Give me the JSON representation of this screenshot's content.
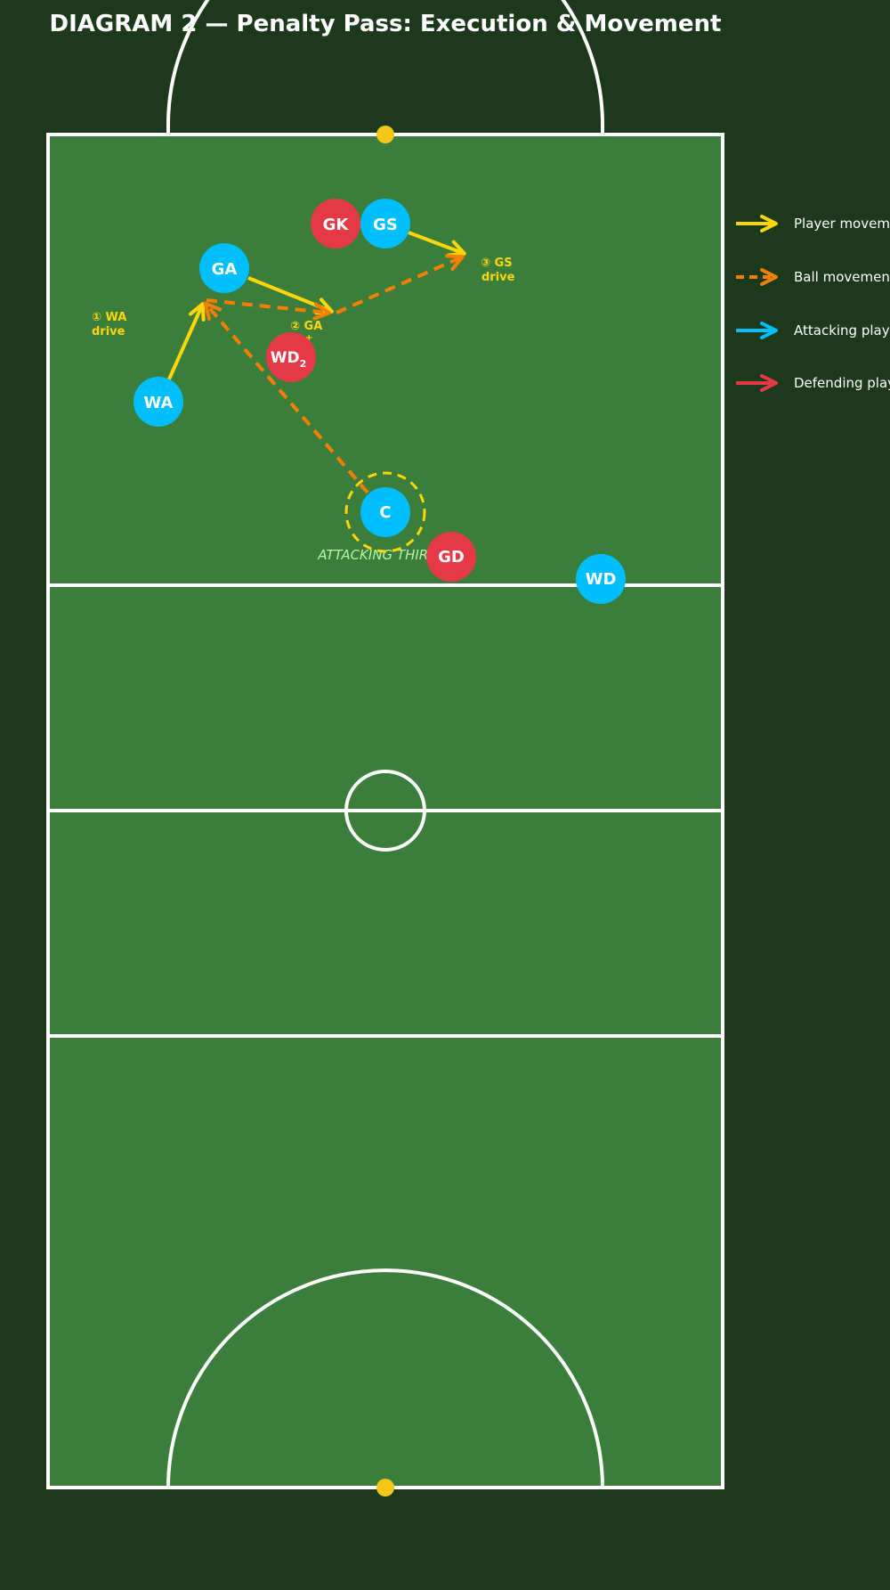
{
  "title": "DIAGRAM 2 — Penalty Pass: Execution & Movement",
  "court": {
    "zone_label": "ATTACKING THIRD",
    "colors": {
      "surround": "#1c3a1b",
      "court": "#3b7e3b",
      "lines": "#ffffff",
      "post": "#f5c518"
    }
  },
  "players": {
    "gk": {
      "label": "GK",
      "team": "defending"
    },
    "gs": {
      "label": "GS",
      "team": "attacking"
    },
    "ga": {
      "label": "GA",
      "team": "attacking"
    },
    "wd2": {
      "label": "WD",
      "sub": "2",
      "team": "defending"
    },
    "wa": {
      "label": "WA",
      "team": "attacking"
    },
    "c": {
      "label": "C",
      "team": "attacking",
      "taker": true
    },
    "gd": {
      "label": "GD",
      "team": "defending"
    },
    "wd": {
      "label": "WD",
      "team": "attacking"
    }
  },
  "annotations": {
    "wa_drive": [
      "① WA",
      "drive"
    ],
    "ga_drive": [
      "② GA",
      "+"
    ],
    "gs_drive": [
      "③ GS",
      "drive"
    ]
  },
  "legend": {
    "player_movement": "Player movement",
    "ball_movement": "Ball movement",
    "attacking_player": "Attacking player",
    "defending_player": "Defending player"
  },
  "colors": {
    "attacking": "#00bfff",
    "defending": "#e63946",
    "player_move": "#ffd60a",
    "ball_move": "#f77f00",
    "annotation": "#ffd60a",
    "zone_label": "#b6f5a3"
  }
}
